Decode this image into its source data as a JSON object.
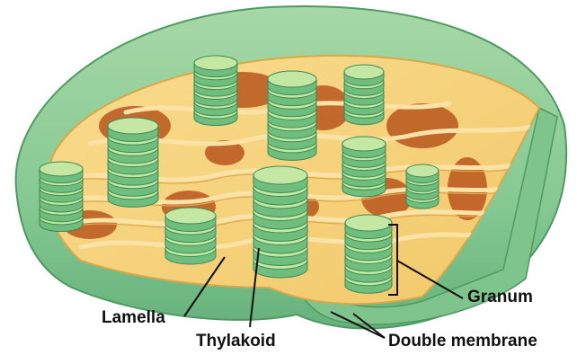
{
  "labels": {
    "granum": "Granum",
    "lamella": "Lamella",
    "thylakoid": "Thylakoid",
    "double_membrane": "Double membrane"
  },
  "colors": {
    "outer_membrane": "#8ccc96",
    "outer_membrane_dark": "#5fae72",
    "stroma": "#f7d88a",
    "stroma_edge": "#e7b64e",
    "inner_shadow": "#b8581f",
    "thylakoid_light": "#c6e9a6",
    "thylakoid_mid": "#9fd48a",
    "thylakoid_dark": "#66b879",
    "label_line": "#111111"
  },
  "icons": {
    "outer": "chloroplast-outer-membrane-shape",
    "granum": "thylakoid-disc-stack-shape",
    "lamella": "stroma-lamella-band-shape"
  }
}
